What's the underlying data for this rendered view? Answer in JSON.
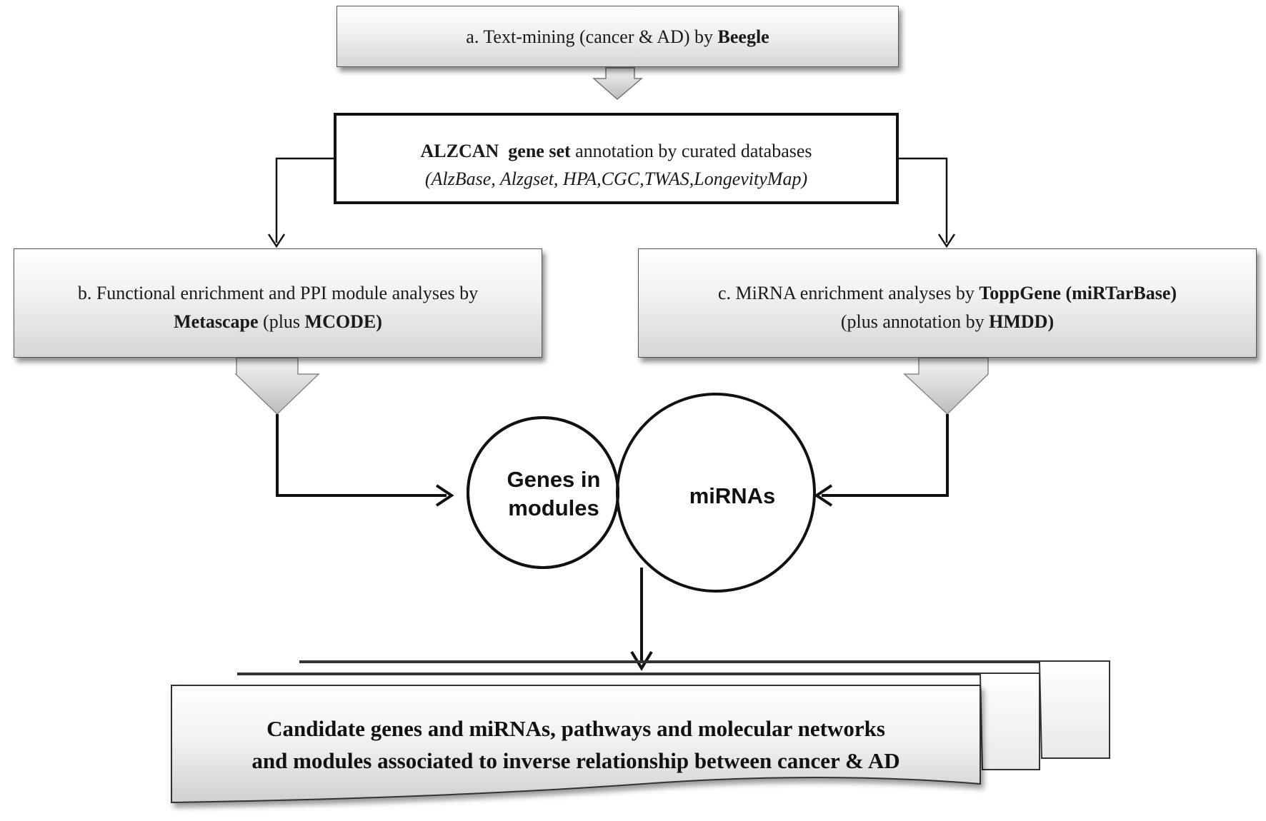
{
  "step_a": {
    "prefix": "a. Text-mining  (cancer & AD) by ",
    "tool": "Beegle"
  },
  "alzcan": {
    "name": "ALZCAN",
    "gene_set": "gene set",
    "suffix": " annotation  by curated databases",
    "databases": "(AlzBase,  Alzgset,  HPA,CGC,TWAS,LongevityMap)"
  },
  "step_b": {
    "line1": "b. Functional  enrichment  and PPI module  analyses  by",
    "tool": "Metascape",
    "plus_word": " (plus  ",
    "plus_tool": "MCODE)"
  },
  "step_c": {
    "prefix": "c. MiRNA  enrichment  analyses  by ",
    "tool": "ToppGene (miRTarBase)",
    "line2_prefix": "(plus  annotation  by ",
    "line2_tool": "HMDD)"
  },
  "venn": {
    "left_line1": "Genes in",
    "left_line2": "modules",
    "right": "miRNAs"
  },
  "output": {
    "line1": "Candidate genes and miRNAs, pathways and molecular networks",
    "line2": "and modules associated  to inverse relationship between cancer & AD"
  }
}
